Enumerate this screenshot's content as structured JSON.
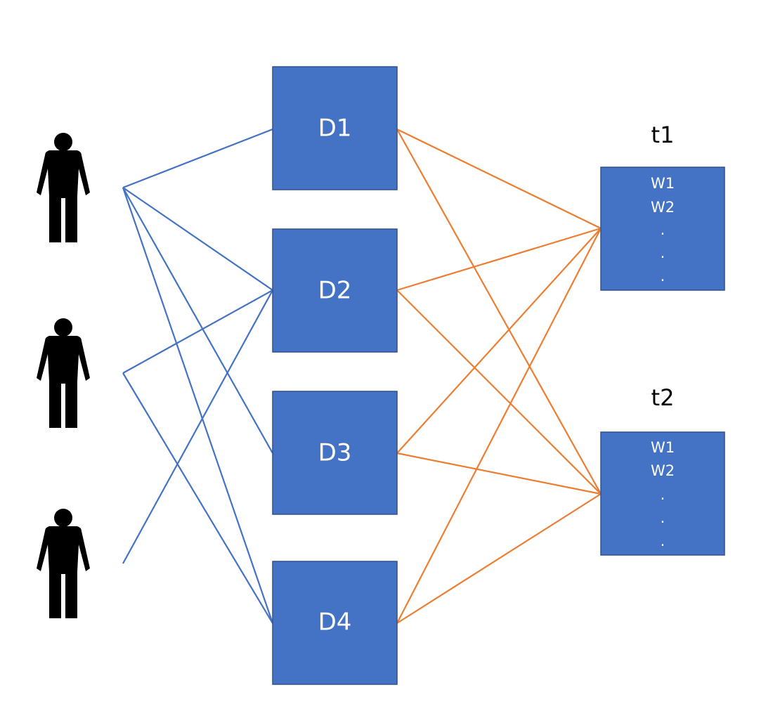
{
  "colors": {
    "box_fill": "#4472C4",
    "box_stroke": "#2F528F",
    "user_edge": "#4472C4",
    "topic_edge": "#ED7D31",
    "person": "#000000"
  },
  "users": [
    {
      "icon": "person-icon"
    },
    {
      "icon": "person-icon"
    },
    {
      "icon": "person-icon"
    }
  ],
  "documents": [
    {
      "label": "D1"
    },
    {
      "label": "D2"
    },
    {
      "label": "D3"
    },
    {
      "label": "D4"
    }
  ],
  "topics": [
    {
      "title": "t1",
      "words": [
        "W1",
        "W2",
        ".",
        ".",
        "."
      ]
    },
    {
      "title": "t2",
      "words": [
        "W1",
        "W2",
        ".",
        ".",
        "."
      ]
    }
  ],
  "user_document_links": [
    [
      0,
      0
    ],
    [
      0,
      1
    ],
    [
      0,
      2
    ],
    [
      0,
      3
    ],
    [
      1,
      1
    ],
    [
      1,
      3
    ],
    [
      2,
      1
    ]
  ],
  "document_topic_links": [
    [
      0,
      0
    ],
    [
      0,
      1
    ],
    [
      1,
      0
    ],
    [
      1,
      1
    ],
    [
      2,
      0
    ],
    [
      2,
      1
    ],
    [
      3,
      0
    ],
    [
      3,
      1
    ]
  ]
}
